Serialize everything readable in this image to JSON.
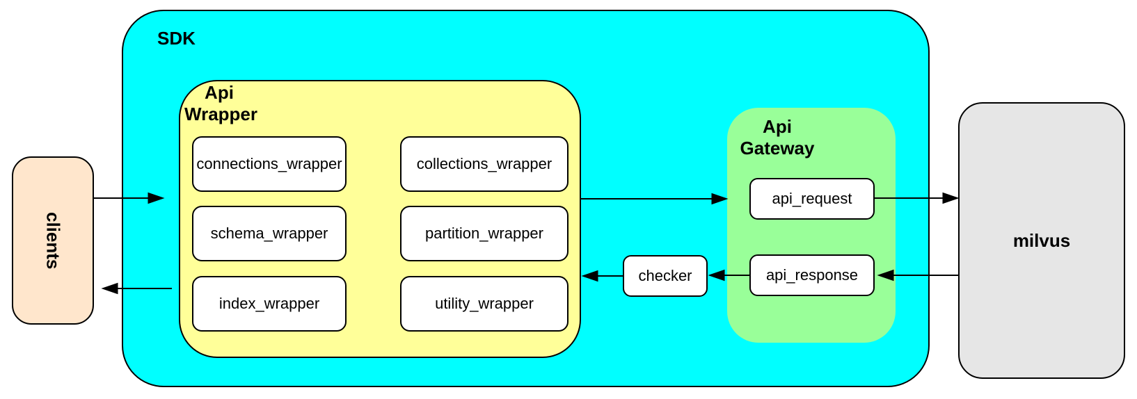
{
  "colors": {
    "sdk_fill": "#00ffff",
    "api_wrapper_fill": "#ffff99",
    "api_gateway_fill": "#99ff99",
    "clients_fill": "#ffe6cc",
    "milvus_fill": "#e6e6e6",
    "node_fill": "#ffffff",
    "border": "#000000"
  },
  "nodes": {
    "clients": {
      "label": "clients"
    },
    "sdk": {
      "label": "SDK"
    },
    "api_wrapper": {
      "label": "Api\nWrapper",
      "children": [
        "connections_wrapper",
        "collections_wrapper",
        "schema_wrapper",
        "partition_wrapper",
        "index_wrapper",
        "utility_wrapper"
      ]
    },
    "checker": {
      "label": "checker"
    },
    "api_gateway": {
      "label": "Api\nGateway",
      "children": [
        "api_request",
        "api_response"
      ]
    },
    "milvus": {
      "label": "milvus"
    }
  },
  "arrows": [
    {
      "from": "clients",
      "to": "sdk"
    },
    {
      "from": "api_wrapper",
      "to": "api_gateway"
    },
    {
      "from": "api_request",
      "to": "milvus"
    },
    {
      "from": "milvus",
      "to": "api_response"
    },
    {
      "from": "api_response",
      "to": "checker"
    },
    {
      "from": "checker",
      "to": "api_wrapper"
    },
    {
      "from": "api_wrapper",
      "to": "clients"
    }
  ]
}
